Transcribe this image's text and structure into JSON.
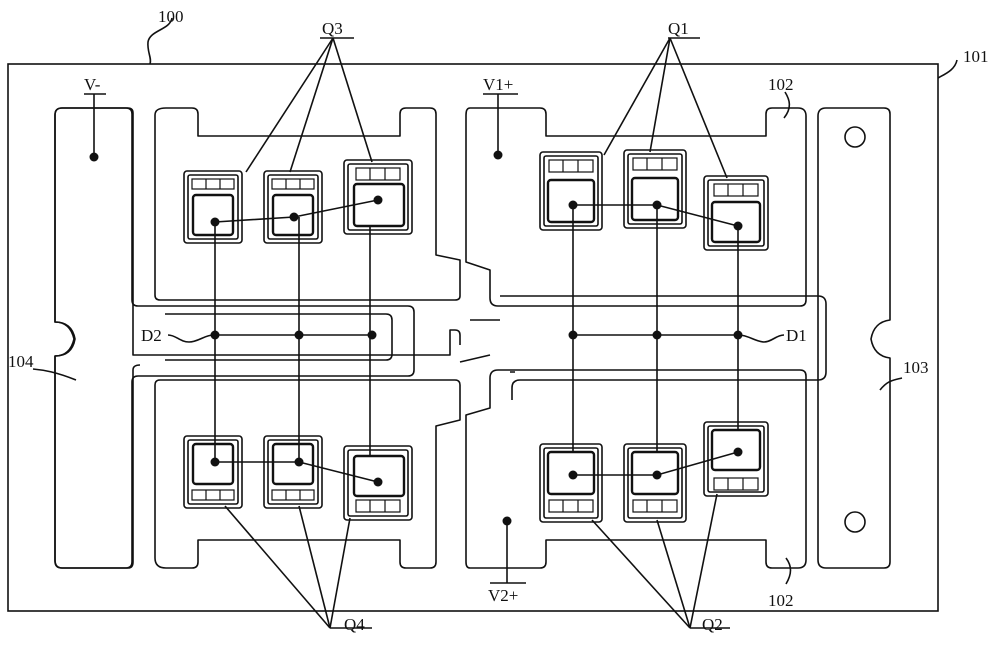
{
  "labels": {
    "board": "100",
    "outline": "101",
    "pad_marker": "102",
    "right_terminal": "103",
    "left_terminal": "104",
    "v_minus": "V-",
    "v1_plus": "V1+",
    "v2_plus": "V2+",
    "q1": "Q1",
    "q2": "Q2",
    "q3": "Q3",
    "q4": "Q4",
    "d1": "D1",
    "d2": "D2"
  }
}
